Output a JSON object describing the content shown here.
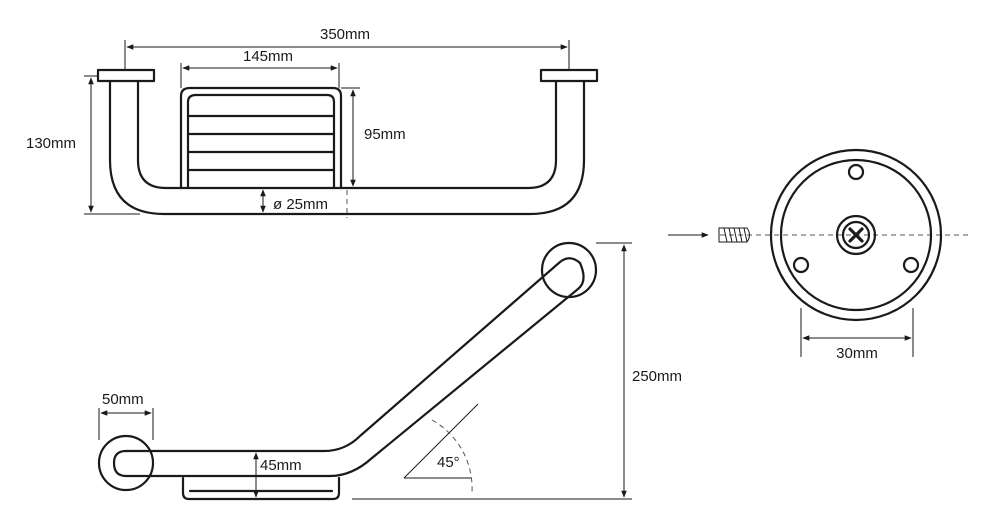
{
  "dimensions": {
    "overall_width": "350mm",
    "basket_width": "145mm",
    "height": "130mm",
    "basket_height": "95mm",
    "tube_diameter": "ø 25mm",
    "flange_offset": "50mm",
    "basket_depth": "45mm",
    "angle": "45°",
    "total_height": "250mm",
    "hole_spacing": "30mm"
  }
}
